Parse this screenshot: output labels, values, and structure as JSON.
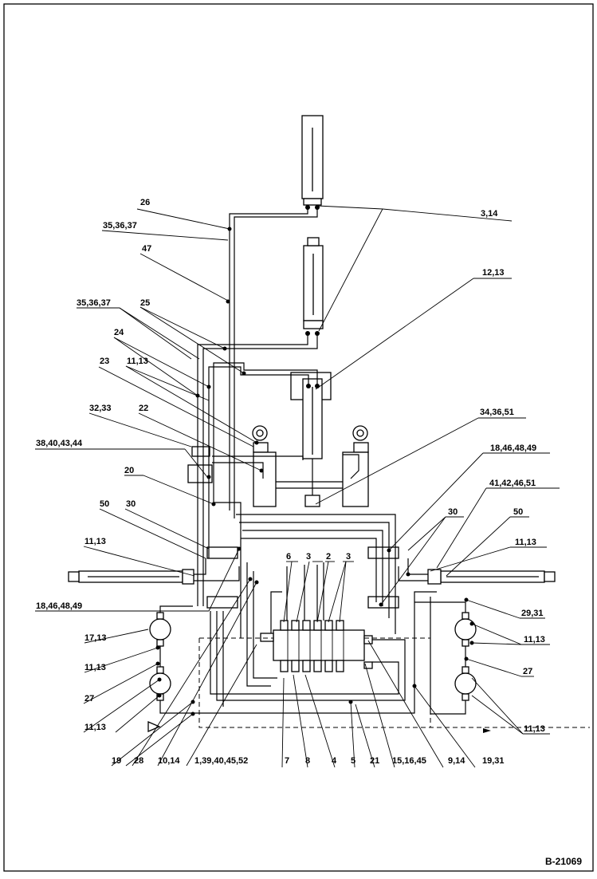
{
  "drawing": {
    "drawing_number": "B-21069",
    "callouts": {
      "c26": "26",
      "c35a": "35,36,37",
      "c47": "47",
      "c35b": "35,36,37",
      "c25": "25",
      "c24": "24",
      "c1113a": "11,13",
      "c23": "23",
      "c3233": "32,33",
      "c22": "22",
      "c38": "38,40,43,44",
      "c20": "20",
      "c50a": "50",
      "c30a": "30",
      "c1113b": "11,13",
      "c18a": "18,46,48,49",
      "c1713": "17,13",
      "c1113c": "11,13",
      "c27a": "27",
      "c1113d": "11,13",
      "c19a": "19",
      "c28": "28",
      "c1014": "10,14",
      "c139": "1,39,40,45,52",
      "c7": "7",
      "c8": "8",
      "c4": "4",
      "c5": "5",
      "c21": "21",
      "c1516": "15,16,45",
      "c914": "9,14",
      "c1931": "19,31",
      "c6": "6",
      "c3a": "3",
      "c2": "2",
      "c3b": "3",
      "c314": "3,14",
      "c1213": "12,13",
      "c3436": "34,36,51",
      "c18b": "18,46,48,49",
      "c41": "41,42,46,51",
      "c30b": "30",
      "c50b": "50",
      "c1113e": "11,13",
      "c2931": "29,31",
      "c1113f": "11,13",
      "c27b": "27",
      "c1113g": "11,13"
    }
  }
}
